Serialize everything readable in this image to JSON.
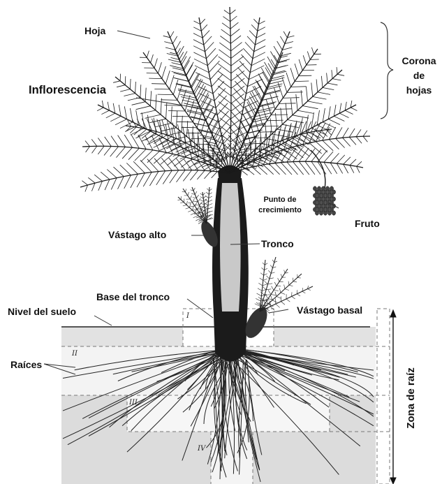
{
  "labels": {
    "hoja": "Hoja",
    "inflorescencia": "Inflorescencia",
    "corona_line1": "Corona",
    "corona_line2": "de",
    "corona_line3": "hojas",
    "punto_line1": "Punto de",
    "punto_line2": "crecimiento",
    "fruto": "Fruto",
    "vastago_alto": "Vástago alto",
    "tronco": "Tronco",
    "base_tronco": "Base del tronco",
    "vastago_basal": "Vástago basal",
    "nivel_suelo": "Nivel del suelo",
    "raices": "Raíces",
    "zona_raiz": "Zona de raíz"
  },
  "zones": {
    "z1": "I",
    "z2": "II",
    "z3": "III",
    "z4": "IV"
  },
  "colors": {
    "soil": "#e3e3e3",
    "soil_deep": "#d9d9d9",
    "trunk_light": "#c8c8c8",
    "trunk_dark": "#1a1a1a",
    "ink": "#111111"
  }
}
